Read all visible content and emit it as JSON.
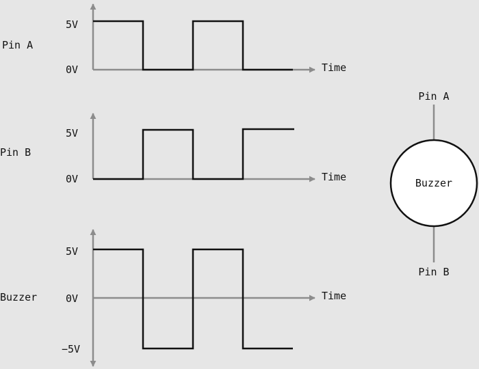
{
  "colors": {
    "background": "#e6e6e6",
    "axis": "#8c8c8c",
    "signal": "#111111",
    "buzzer_fill": "#ffffff"
  },
  "plots": [
    {
      "label": "Pin A",
      "time_label": "Time",
      "y_ticks": [
        "5V",
        "0V"
      ],
      "signal": [
        [
          0,
          5
        ],
        [
          1,
          5
        ],
        [
          1,
          0
        ],
        [
          2,
          0
        ],
        [
          2,
          5
        ],
        [
          3,
          5
        ],
        [
          3,
          0
        ],
        [
          4,
          0
        ]
      ]
    },
    {
      "label": "Pin B",
      "time_label": "Time",
      "y_ticks": [
        "5V",
        "0V"
      ],
      "signal": [
        [
          0,
          0
        ],
        [
          1,
          0
        ],
        [
          1,
          5
        ],
        [
          2,
          5
        ],
        [
          2,
          0
        ],
        [
          3,
          0
        ],
        [
          3,
          5
        ],
        [
          4,
          5
        ]
      ]
    },
    {
      "label": "Buzzer",
      "time_label": "Time",
      "y_ticks": [
        "5V",
        "0V",
        "−5V"
      ],
      "signal": [
        [
          0,
          5
        ],
        [
          1,
          5
        ],
        [
          1,
          -5
        ],
        [
          2,
          -5
        ],
        [
          2,
          5
        ],
        [
          3,
          5
        ],
        [
          3,
          -5
        ],
        [
          4,
          -5
        ]
      ]
    }
  ],
  "buzzer": {
    "label": "Buzzer",
    "top_pin": "Pin A",
    "bottom_pin": "Pin B"
  }
}
